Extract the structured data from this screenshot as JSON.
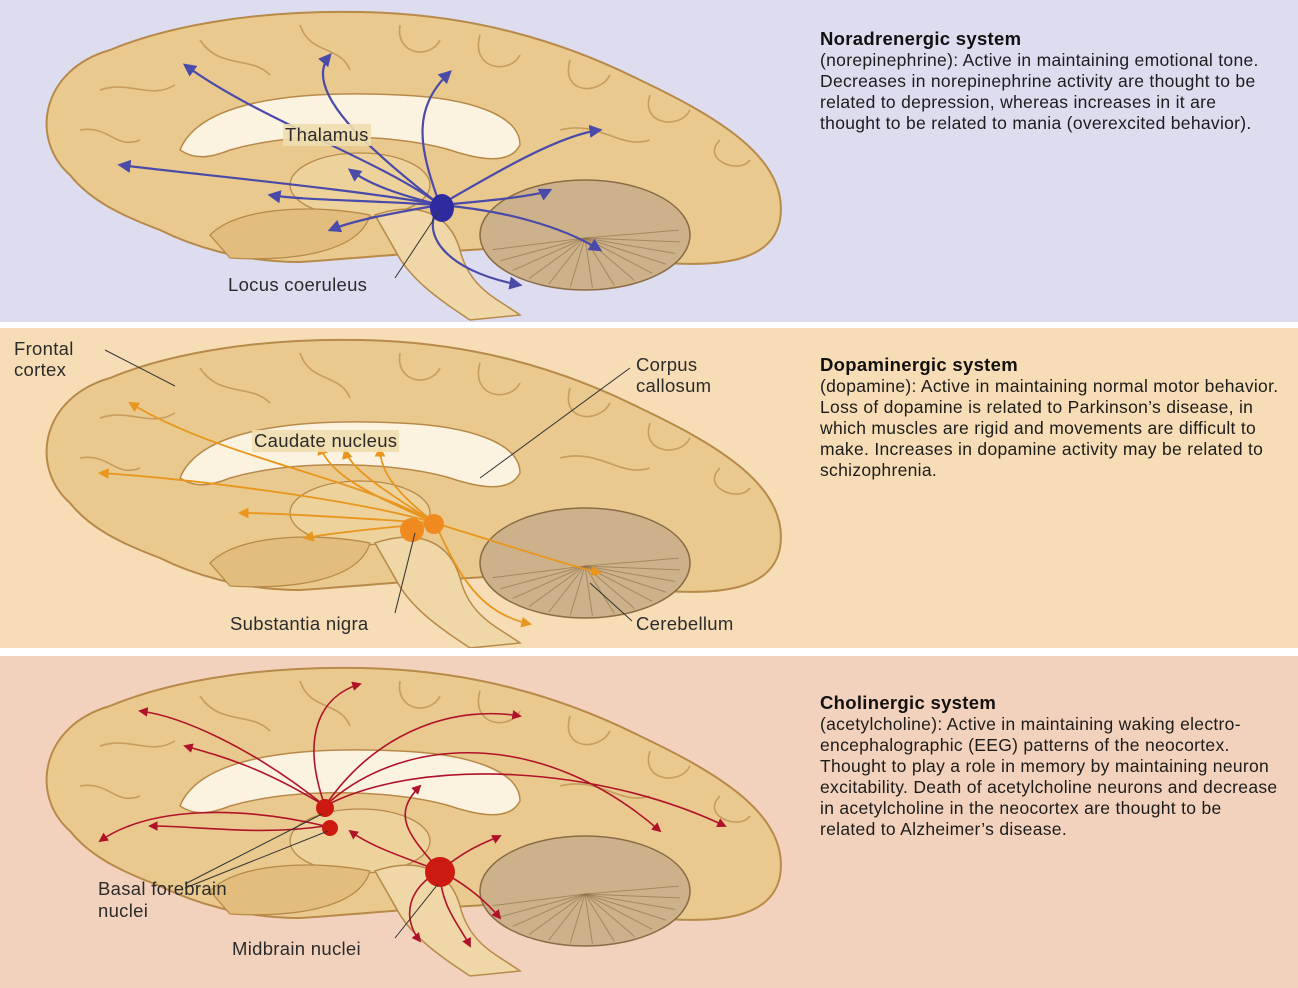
{
  "panels": [
    {
      "title": "Noradrenergic system",
      "body": "(norepinephrine): Active in maintaining emotional tone. Decreases in norepinephrine activity are thought to be related to depression, whereas increases in it are thought to be related to mania (overexcited behavior).",
      "labels": {
        "a": "Thalamus",
        "b": "Locus coeruleus"
      },
      "arrow_color": "#4a4aa8",
      "nucleus_color": "#2e2aa0"
    },
    {
      "title": "Dopaminergic system",
      "body": "(dopamine): Active in maintaining normal motor behavior. Loss of dopamine is related to Parkinson’s disease, in which muscles are rigid and movements are difficult to make. Increases in dopamine activity may be related to schizophrenia.",
      "labels": {
        "a": "Frontal cortex",
        "b": "Corpus callosum",
        "c": "Caudate nucleus",
        "d": "Substantia nigra",
        "e": "Cerebellum"
      },
      "arrow_color": "#e8961e",
      "nucleus_color": "#f08a1e"
    },
    {
      "title": "Cholinergic system",
      "body": "(acetylcholine): Active in maintaining waking electro-encephalographic (EEG) patterns of the neocortex. Thought to play a role in memory by maintaining neuron excitability. Death of acetylcholine neurons and decrease in acetylcholine in the neocortex are thought to be related to Alzheimer’s disease.",
      "labels": {
        "a": "Basal forebrain nuclei",
        "b": "Midbrain nuclei"
      },
      "arrow_color": "#b0122a",
      "nucleus_color": "#cc1a10"
    }
  ],
  "colors": {
    "panel1_bg": "#dedcef",
    "panel2_bg": "#f7ddb5",
    "panel3_bg": "#f3d2bd",
    "brain": "#e9c98e",
    "brain_outline": "#b88a4a"
  }
}
